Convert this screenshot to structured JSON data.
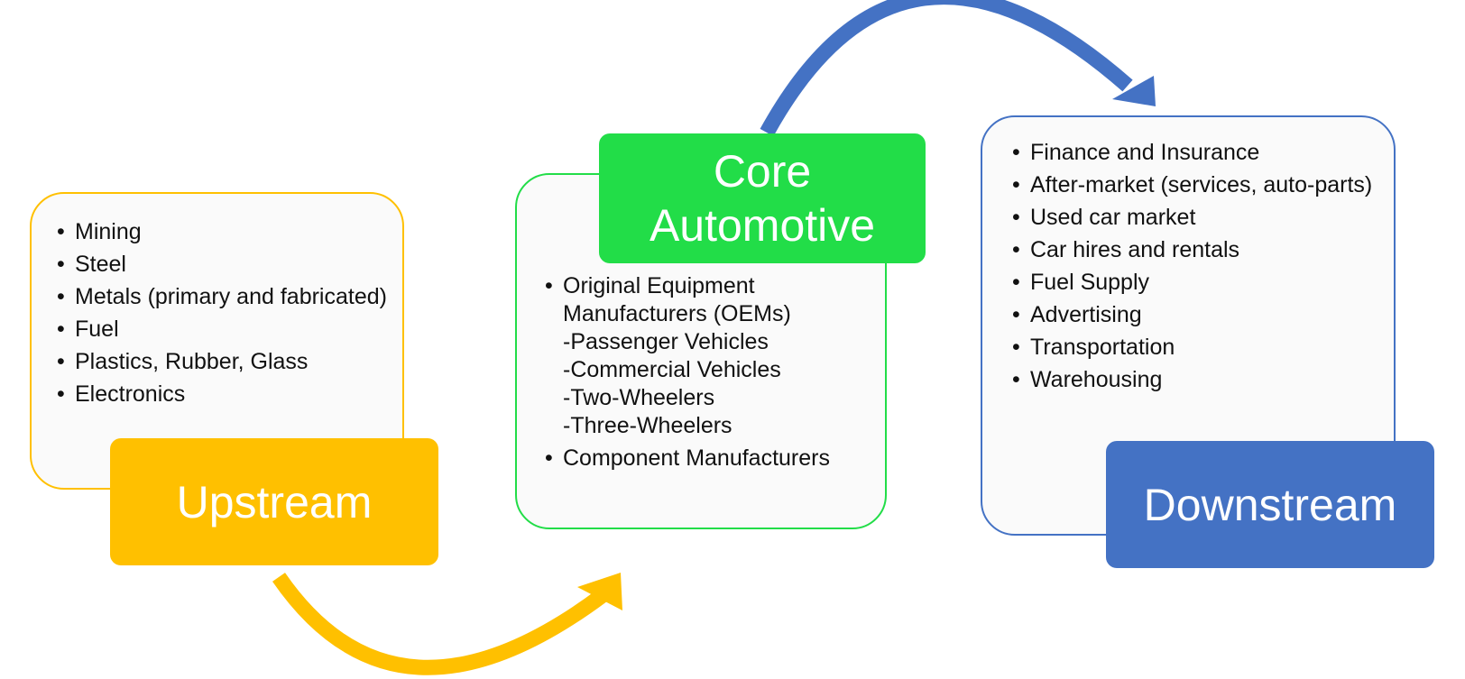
{
  "colors": {
    "upstream": "#FFC000",
    "core": "#22DD48",
    "downstream": "#4472C4",
    "card_fill": "#FAFAFA",
    "text": "#111111"
  },
  "upstream": {
    "title": "Upstream",
    "items": [
      "Mining",
      "Steel",
      "Metals (primary and fabricated)",
      "Fuel",
      "Plastics, Rubber, Glass",
      "Electronics"
    ]
  },
  "core": {
    "title_line1": "Core",
    "title_line2": "Automotive",
    "items": [
      {
        "label": "Original Equipment Manufacturers (OEMs)",
        "subitems": [
          "-Passenger Vehicles",
          "-Commercial Vehicles",
          "-Two-Wheelers",
          "-Three-Wheelers"
        ]
      },
      {
        "label": "Component Manufacturers",
        "subitems": []
      }
    ]
  },
  "downstream": {
    "title": "Downstream",
    "items": [
      "Finance and Insurance",
      "After-market (services, auto-parts)",
      "Used car market",
      "Car hires and rentals",
      "Fuel Supply",
      "Advertising",
      "Transportation",
      "Warehousing"
    ]
  },
  "connectors": [
    {
      "from": "upstream",
      "to": "core",
      "color_key": "upstream"
    },
    {
      "from": "core",
      "to": "downstream",
      "color_key": "downstream"
    }
  ]
}
